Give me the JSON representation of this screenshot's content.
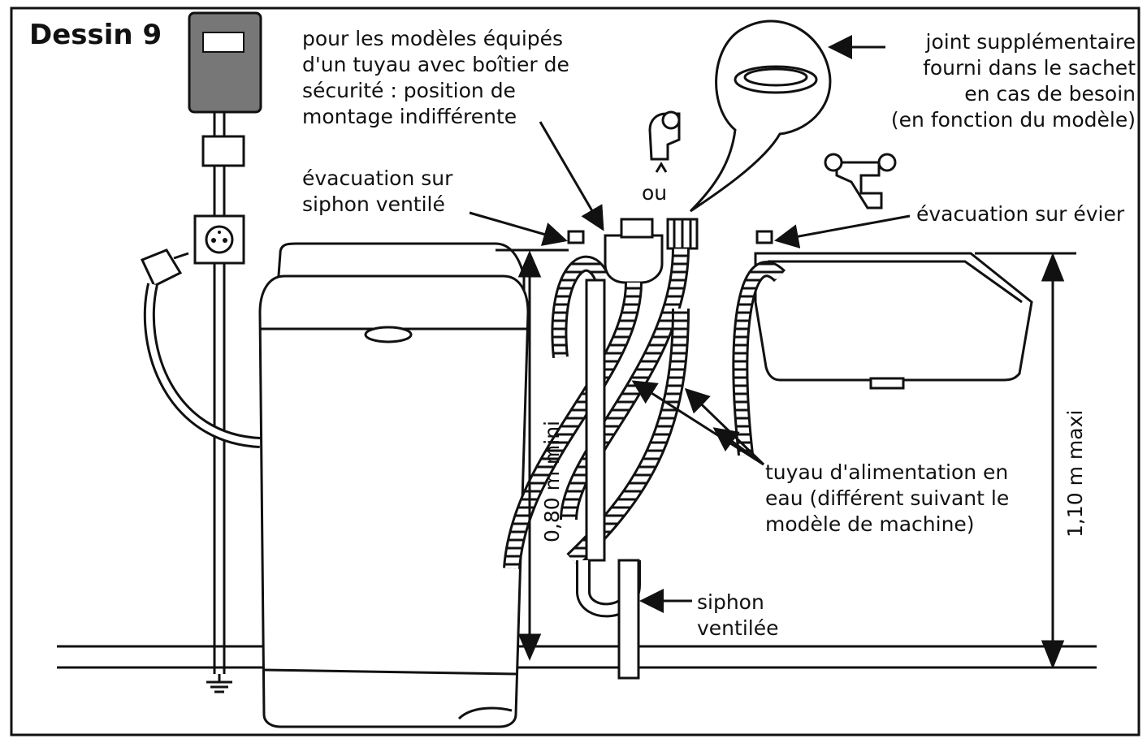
{
  "title": "Dessin 9",
  "labels": {
    "security_box": "pour les modèles équipés\nd'un tuyau avec boîtier de\nsécurité : position de\nmontage indifférente",
    "seal": "joint supplémentaire\nfourni dans le sachet\nen cas de besoin\n(en fonction du modèle)",
    "drain_vented": "évacuation sur\nsiphon ventilé",
    "or": "ou",
    "drain_sink": "évacuation sur évier",
    "supply_hose": "tuyau d'alimentation en\neau (différent suivant le\nmodèle de machine)",
    "siphon": "siphon\nventilée",
    "min_height": "0,80 m mini",
    "max_height": "1,10 m maxi"
  },
  "colors": {
    "ink": "#111111",
    "panel_fill": "#777777",
    "paper": "#ffffff"
  }
}
